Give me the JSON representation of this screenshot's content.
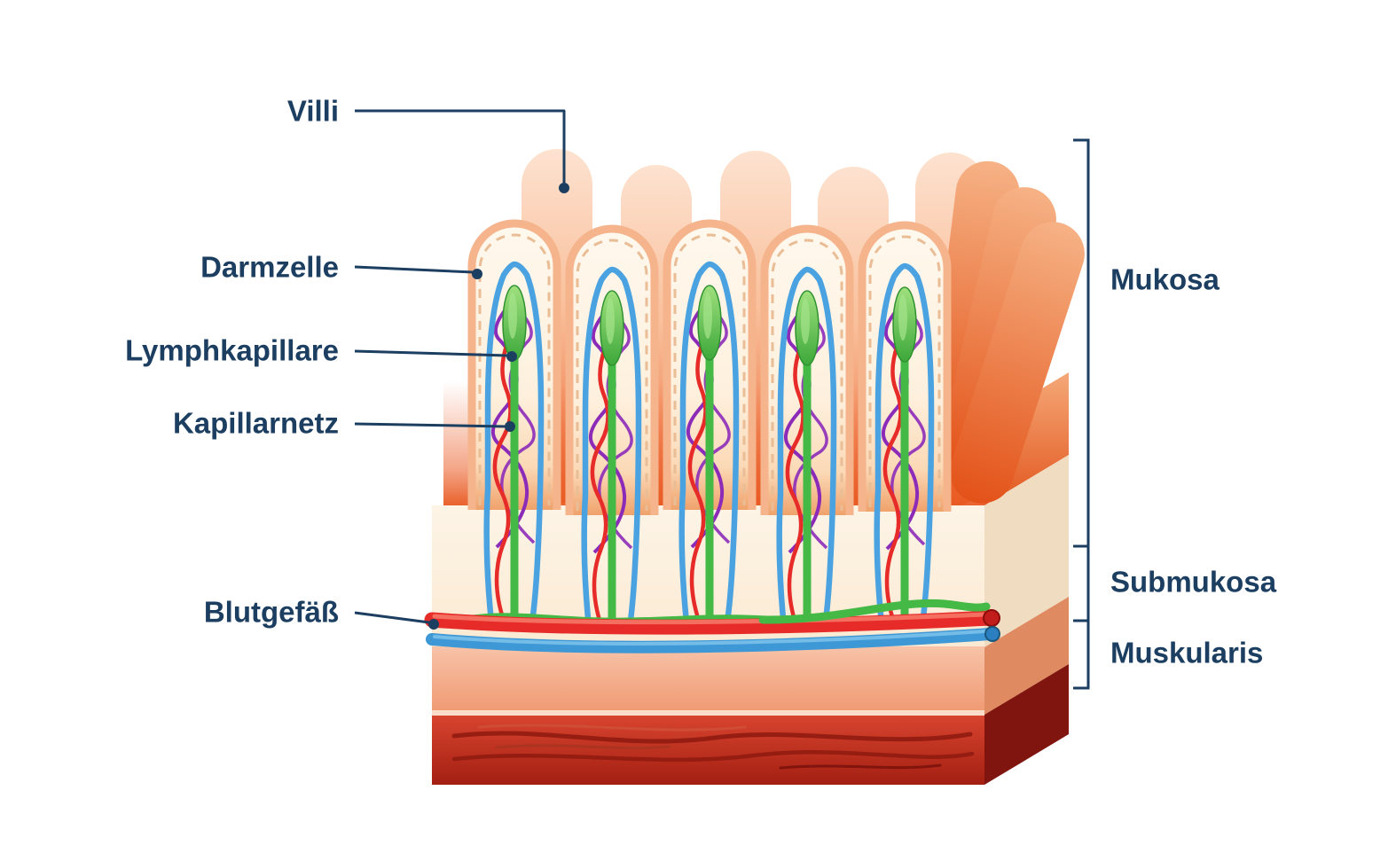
{
  "labels": {
    "villi": "Villi",
    "darmzelle": "Darmzelle",
    "lymphkapillare": "Lymphkapillare",
    "kapillarnetz": "Kapillarnetz",
    "blutgefaess": "Blutgefäß",
    "mukosa": "Mukosa",
    "submukosa": "Submukosa",
    "muskularis": "Muskularis"
  },
  "colors": {
    "background": "#ffffff",
    "label_text": "#1c3e60",
    "leader_line": "#1c3e60",
    "villus_tip": "#fde2d0",
    "villus_base": "#ed6530",
    "lymph_capillary_green": "#45b945",
    "blood_vessel_red": "#e62b28",
    "vein_blue": "#3f98d6",
    "capillary_network_purple": "#8d2bb9",
    "mucosa_interior_cream": "#fdf4e6",
    "submukosa_layer": "#f2a67e",
    "muskularis_layer": "#b02317"
  }
}
